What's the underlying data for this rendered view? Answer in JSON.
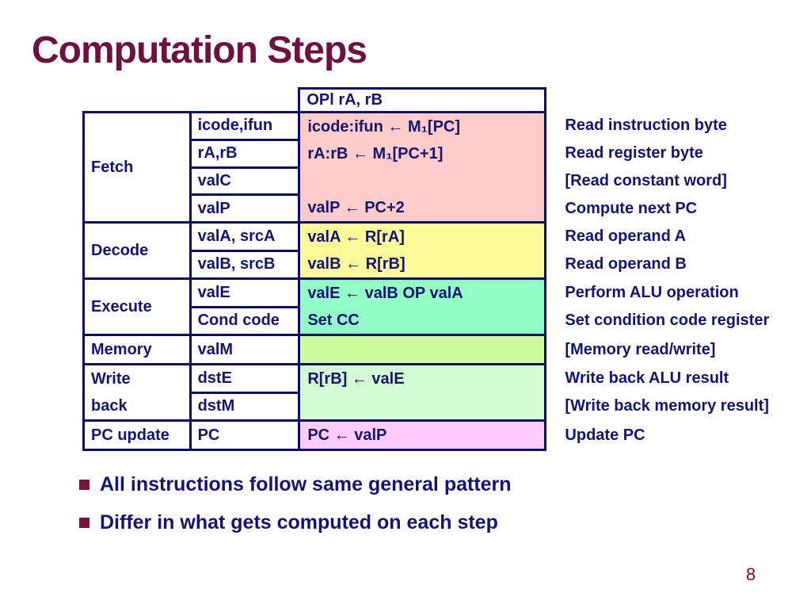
{
  "slide": {
    "title": "Computation Steps",
    "page_number": "8"
  },
  "colors": {
    "title": "#6E1040",
    "body_text": "#14146E",
    "table_border": "#0D0D5E",
    "bullet_marker": "#7A143C",
    "fetch_bg": "#FFCCCC",
    "decode_bg": "#FBFB9B",
    "execute_bg": "#92FDC6",
    "memory_bg": "#CDFB99",
    "writeback_bg": "#D3FAD3",
    "pcupdate_bg": "#FFCCFC"
  },
  "table": {
    "header": "OPl rA, rB",
    "stages": [
      {
        "name": "Fetch",
        "color": "#FFCCCC",
        "fields": [
          "icode,ifun",
          "rA,rB",
          "valC",
          "valP"
        ],
        "computations": [
          "icode:ifun ← M₁[PC]",
          "rA:rB ← M₁[PC+1]",
          "",
          "valP ← PC+2"
        ],
        "descriptions": [
          "Read instruction byte",
          "Read register byte",
          "[Read constant word]",
          "Compute next PC"
        ]
      },
      {
        "name": "Decode",
        "color": "#FBFB9B",
        "fields": [
          "valA, srcA",
          "valB, srcB"
        ],
        "computations": [
          "valA ← R[rA]",
          "valB ← R[rB]"
        ],
        "descriptions": [
          "Read operand A",
          "Read operand B"
        ]
      },
      {
        "name": "Execute",
        "color": "#92FDC6",
        "fields": [
          "valE",
          "Cond code"
        ],
        "computations": [
          "valE ← valB OP valA",
          "Set CC"
        ],
        "descriptions": [
          "Perform ALU operation",
          "Set condition code register"
        ]
      },
      {
        "name": "Memory",
        "color": "#CDFB99",
        "fields": [
          "valM"
        ],
        "computations": [
          ""
        ],
        "descriptions": [
          "[Memory read/write]"
        ]
      },
      {
        "name": "Write\nback",
        "color": "#D3FAD3",
        "fields": [
          "dstE",
          "dstM"
        ],
        "computations": [
          "R[rB] ← valE",
          ""
        ],
        "descriptions": [
          "Write back ALU result",
          "[Write back memory result]"
        ]
      },
      {
        "name": "PC update",
        "color": "#FFCCFC",
        "fields": [
          "PC"
        ],
        "computations": [
          "PC ← valP"
        ],
        "descriptions": [
          "Update PC"
        ]
      }
    ]
  },
  "bullets": [
    "All instructions follow same general pattern",
    "Differ in what gets computed on each step"
  ]
}
